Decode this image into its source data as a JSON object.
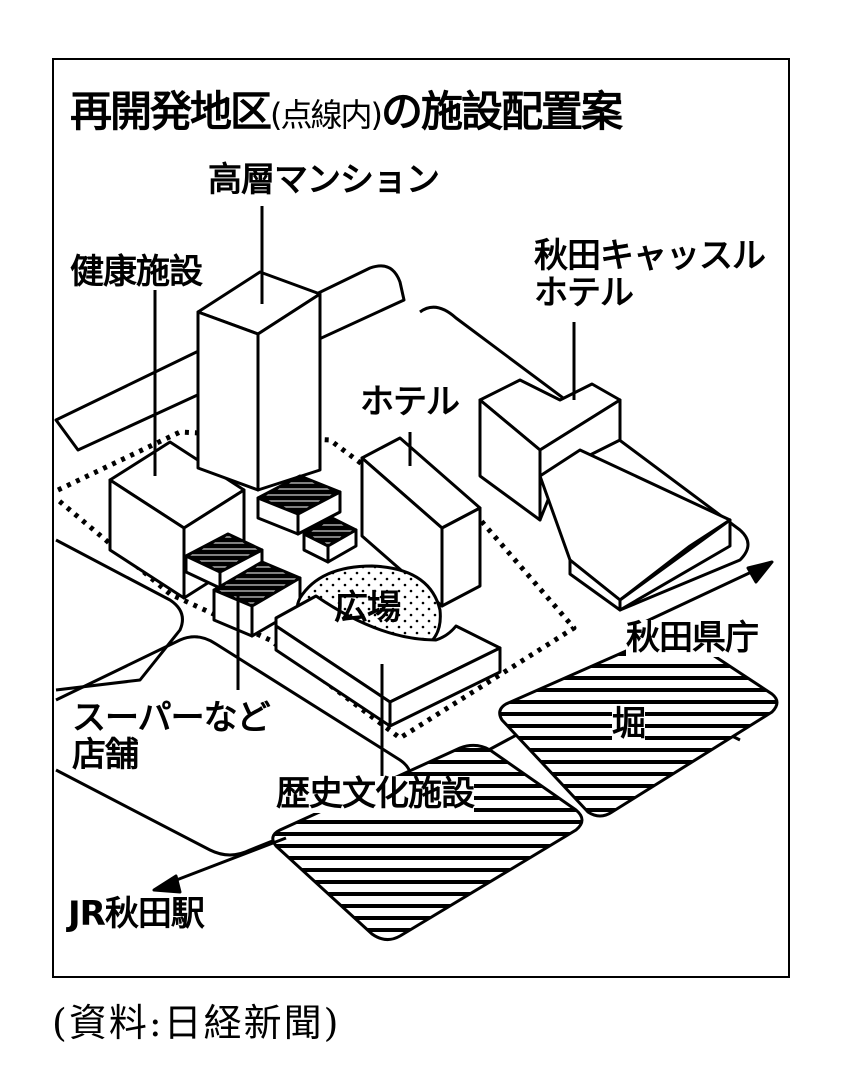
{
  "title": {
    "main": "再開発地区",
    "paren": "(点線内)",
    "rest": "の施設配置案"
  },
  "labels": {
    "highrise": "高層マンション",
    "health": "健康施設",
    "castle_hotel": "秋田キャッスル\nホテル",
    "hotel": "ホテル",
    "plaza": "広場",
    "prefecture": "秋田県庁",
    "moat": "堀",
    "supermarket": "スーパーなど\n店舗",
    "history": "歴史文化施設",
    "station": "JR秋田駅"
  },
  "source": "(資料:日経新聞)"
}
